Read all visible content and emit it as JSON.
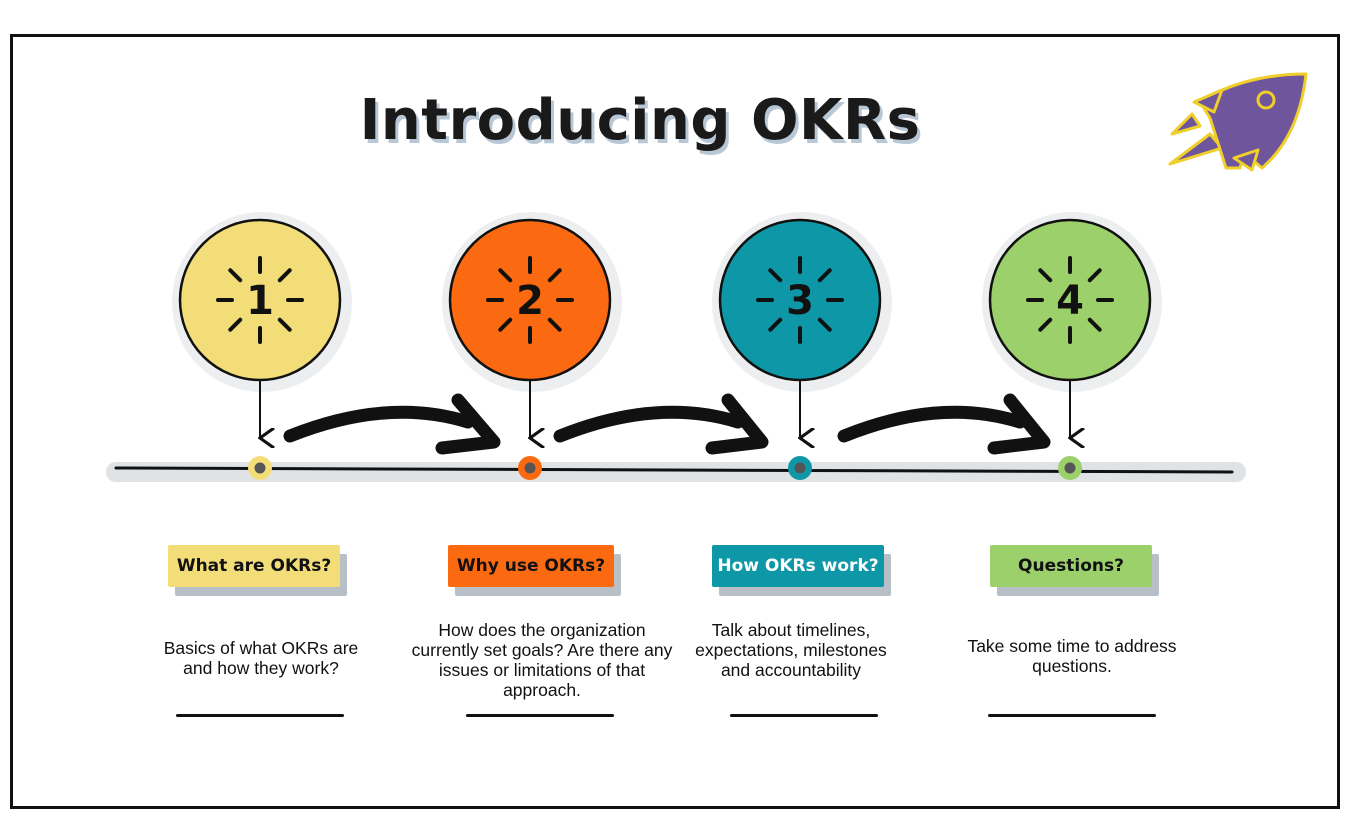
{
  "title": "Introducing OKRs",
  "icons": {
    "logo": "rocket-icon"
  },
  "colors": {
    "step1": "#f3dd79",
    "step2": "#fb6a10",
    "step3": "#0e97a7",
    "step4": "#9bd06b",
    "rocket": "#6f559c",
    "rocket_outline": "#f0cf2a"
  },
  "steps": [
    {
      "number": "1",
      "label": "What are OKRs?",
      "description": "Basics of what OKRs are and how they work?"
    },
    {
      "number": "2",
      "label": "Why use OKRs?",
      "description": "How does the organization currently set goals? Are there any issues or limitations of that approach."
    },
    {
      "number": "3",
      "label": "How OKRs work?",
      "description": "Talk about timelines, expectations, milestones and accountability"
    },
    {
      "number": "4",
      "label": "Questions?",
      "description": "Take some time to address questions."
    }
  ]
}
